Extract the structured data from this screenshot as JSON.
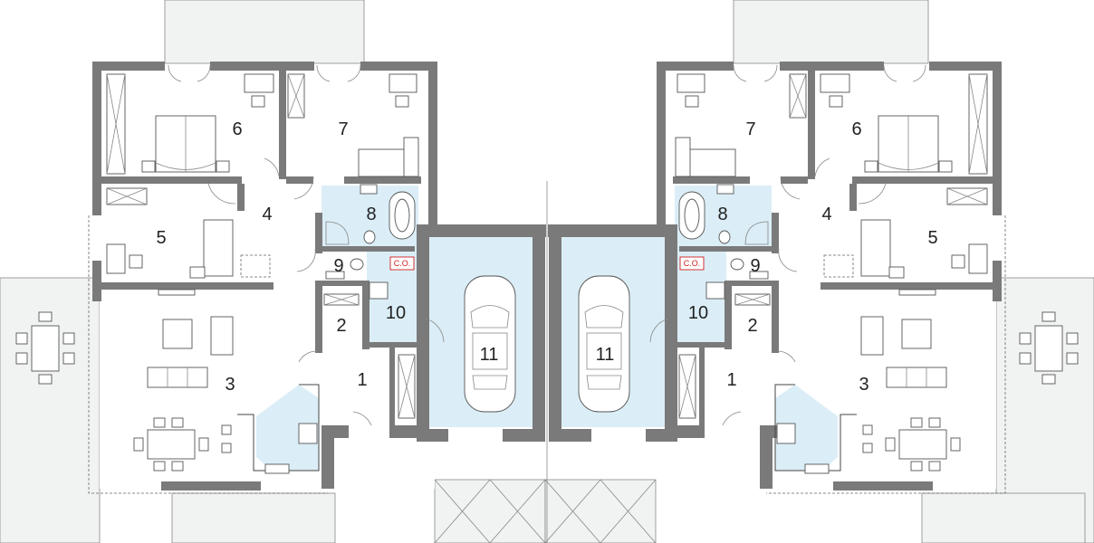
{
  "plan": {
    "left_unit": {
      "rooms": [
        {
          "id": "1",
          "label": "1"
        },
        {
          "id": "2",
          "label": "2"
        },
        {
          "id": "3",
          "label": "3"
        },
        {
          "id": "4",
          "label": "4"
        },
        {
          "id": "5",
          "label": "5"
        },
        {
          "id": "6",
          "label": "6"
        },
        {
          "id": "7",
          "label": "7"
        },
        {
          "id": "8",
          "label": "8"
        },
        {
          "id": "9",
          "label": "9"
        },
        {
          "id": "10",
          "label": "10"
        },
        {
          "id": "11",
          "label": "11"
        }
      ],
      "boiler_tag": "C.O."
    },
    "right_unit": {
      "rooms": [
        {
          "id": "1",
          "label": "1"
        },
        {
          "id": "2",
          "label": "2"
        },
        {
          "id": "3",
          "label": "3"
        },
        {
          "id": "4",
          "label": "4"
        },
        {
          "id": "5",
          "label": "5"
        },
        {
          "id": "6",
          "label": "6"
        },
        {
          "id": "7",
          "label": "7"
        },
        {
          "id": "8",
          "label": "8"
        },
        {
          "id": "9",
          "label": "9"
        },
        {
          "id": "10",
          "label": "10"
        },
        {
          "id": "11",
          "label": "11"
        }
      ],
      "boiler_tag": "C.O."
    },
    "colors": {
      "wall": "#7a7a7a",
      "wet_area": "#dbeef7",
      "terrace": "#f1f2f2",
      "boiler_tag": "#d21f1f"
    },
    "icons": [
      "car-icon",
      "bed-icon",
      "bathtub-icon",
      "toilet-icon",
      "sink-icon",
      "sofa-icon",
      "dining-table-icon",
      "stove-icon",
      "wardrobe-icon",
      "door-swing-icon"
    ]
  }
}
